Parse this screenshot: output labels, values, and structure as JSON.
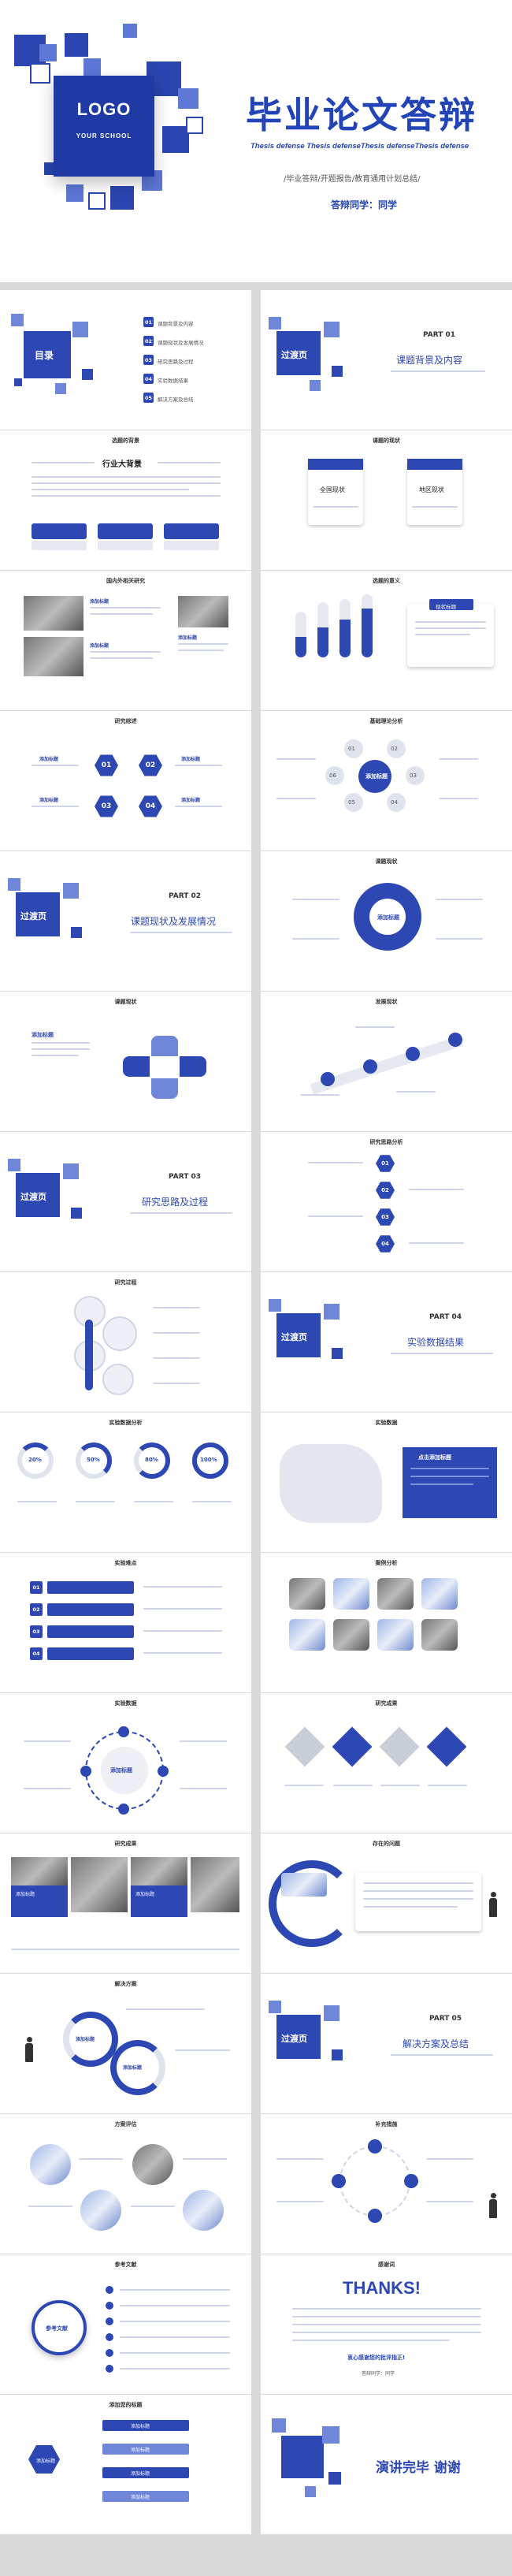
{
  "cover": {
    "logo": "LOGO",
    "logo_sub": "YOUR SCHOOL",
    "title": "毕业论文答辩",
    "subtitle": "Thesis defense Thesis defenseThesis defenseThesis defense",
    "categories": "/毕业答辩/开题报告/教育通用计划总结/",
    "presenter": "答辩同学：同学"
  },
  "toc": {
    "title": "目录",
    "items": [
      {
        "num": "01",
        "label": "课题背景及内容"
      },
      {
        "num": "02",
        "label": "课题现状及发展情况"
      },
      {
        "num": "03",
        "label": "研究思路及过程"
      },
      {
        "num": "04",
        "label": "实验数据结果"
      },
      {
        "num": "05",
        "label": "解决方案及总结"
      }
    ]
  },
  "transition_label": "过渡页",
  "parts": [
    {
      "part": "PART 01",
      "name": "课题背景及内容"
    },
    {
      "part": "PART 02",
      "name": "课题现状及发展情况"
    },
    {
      "part": "PART 03",
      "name": "研究思路及过程"
    },
    {
      "part": "PART 04",
      "name": "实验数据结果"
    },
    {
      "part": "PART 05",
      "name": "解决方案及总结"
    }
  ],
  "slide_titles": {
    "background": "选题的背景",
    "status": "课题的现状",
    "domestic": "国内外相关研究",
    "significance": "选题的意义",
    "overview": "研究综述",
    "theory": "基础理论分析",
    "current": "课题现状",
    "current2": "课题现状",
    "trend": "发展现状",
    "roadmap": "研究思路分析",
    "process": "研究过程",
    "data_analysis": "实验数据分析",
    "experiment_data": "实验数据",
    "difficulties": "实验难点",
    "cases": "案例分析",
    "exp_data2": "实验数据",
    "results": "研究成果",
    "results2": "研究成果",
    "problems": "存在的问题",
    "solution": "解决方案",
    "evaluation": "方案评估",
    "supplement": "补充措施",
    "references": "参考文献",
    "thanks_title": "感谢词",
    "add_title": "添加您的标题"
  },
  "industry_bg": "行业大背景",
  "status_labels": [
    "全国现状",
    "地区现状"
  ],
  "current_bubble": "现状标题",
  "add_label": "添加标题",
  "hex_nums": [
    "01",
    "02",
    "03",
    "04"
  ],
  "center_label": "添加标题",
  "percents": [
    "20%",
    "50%",
    "80%",
    "100%"
  ],
  "diff_nums": [
    "01",
    "02",
    "03",
    "04"
  ],
  "theory_nums": [
    "01",
    "02",
    "03",
    "04",
    "05",
    "06"
  ],
  "click_title": "点击添加标题",
  "ref_title": "参考文献",
  "thanks": "THANKS!",
  "thanks_sub": "衷心感谢您的批评指正!",
  "thanks_sign": "答辩同学：同学",
  "end_text": "演讲完毕 谢谢",
  "accent": "#2d47b3"
}
